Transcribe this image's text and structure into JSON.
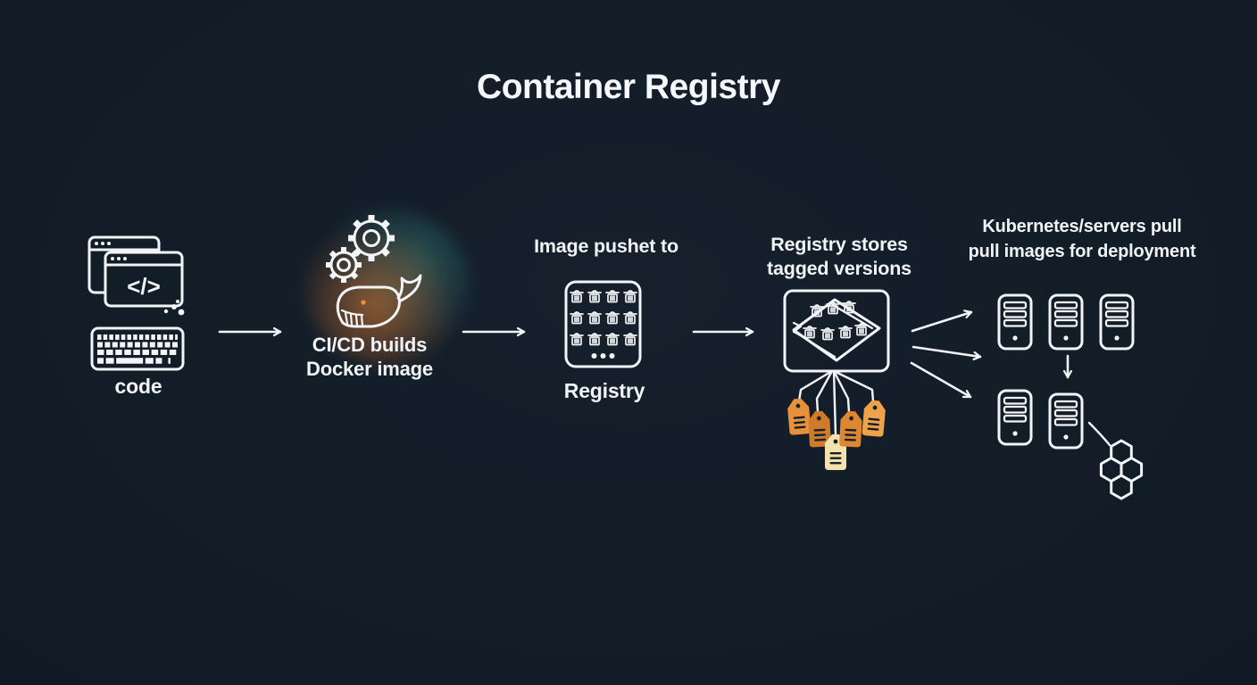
{
  "title": "Container Registry",
  "stage_code": {
    "label": "code",
    "window_glyph": "</>"
  },
  "stage_cicd": {
    "caption_line1": "CI/CD builds",
    "caption_line2": "Docker image"
  },
  "stage_registry": {
    "caption": "Image pushet to",
    "label": "Registry"
  },
  "stage_stores": {
    "caption_line1": "Registry stores",
    "caption_line2": "tagged versions"
  },
  "stage_deploy": {
    "caption_line1": "Kubernetes/servers pull",
    "caption_line2": "pull images for deployment"
  },
  "colors": {
    "background": "#131D28",
    "stroke": "#F2F5F8",
    "tag1": "#E8913C",
    "tag2": "#D07A2C",
    "tag3": "#F3E2AA",
    "tag4": "#DE8730",
    "tag5": "#EFA24A",
    "tag_detail": "#16202C",
    "whale_eye": "#E8913C",
    "glow_orange": "#E87E32",
    "glow_teal": "#3CB4AA"
  }
}
